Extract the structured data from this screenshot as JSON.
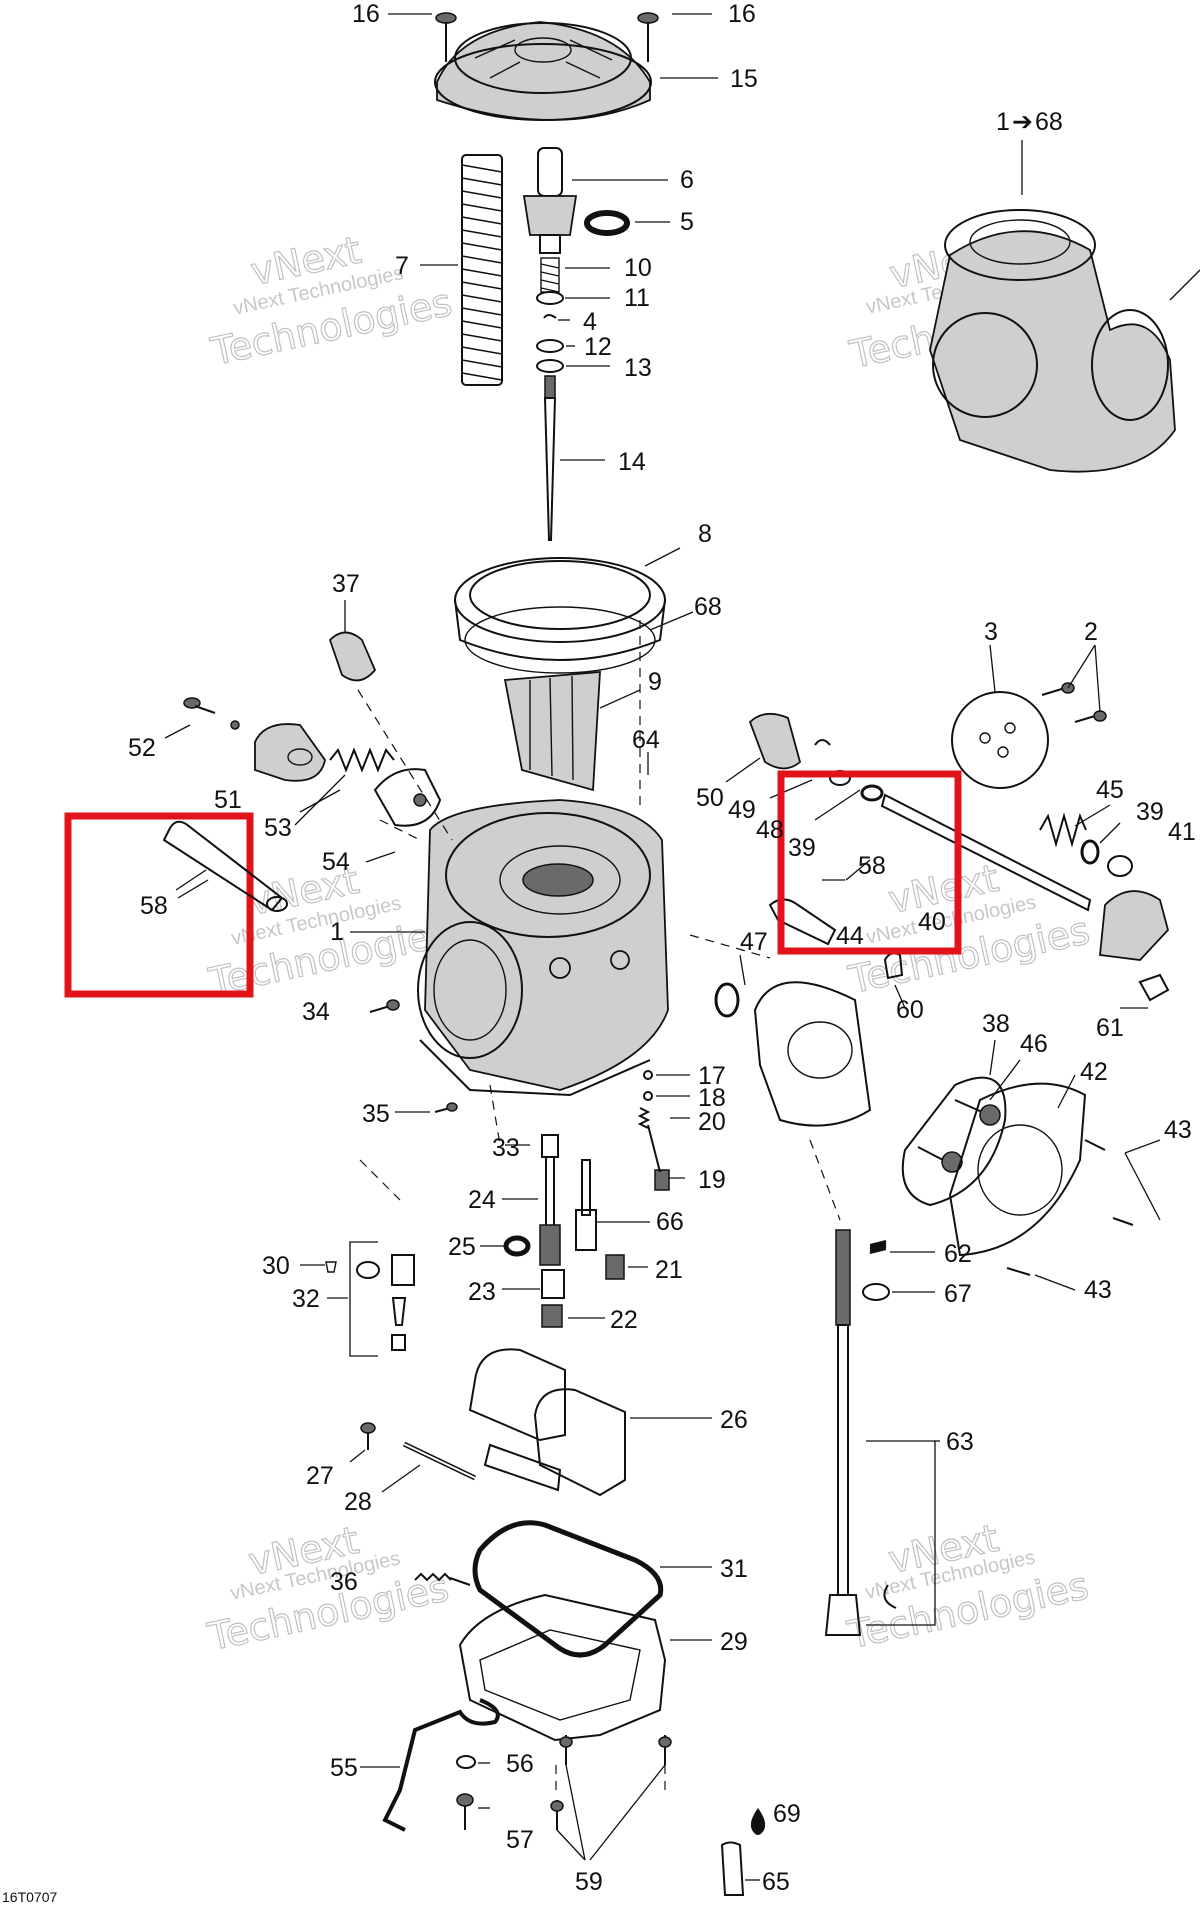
{
  "diagram": {
    "drawing_code": "16T0707",
    "watermark": {
      "line1": "vNext",
      "line2": "Technologies",
      "small": "vNext Technologies"
    },
    "highlight_color": "#e1121a",
    "assembly_range": {
      "from": "1",
      "arrow": "➔",
      "to": "68"
    },
    "drop_symbol": "drop-icon",
    "callouts": [
      {
        "id": "c16a",
        "text": "16"
      },
      {
        "id": "c16b",
        "text": "16"
      },
      {
        "id": "c15",
        "text": "15"
      },
      {
        "id": "c6",
        "text": "6"
      },
      {
        "id": "c5",
        "text": "5"
      },
      {
        "id": "c7",
        "text": "7"
      },
      {
        "id": "c10",
        "text": "10"
      },
      {
        "id": "c11",
        "text": "11"
      },
      {
        "id": "c4",
        "text": "4"
      },
      {
        "id": "c12",
        "text": "12"
      },
      {
        "id": "c13",
        "text": "13"
      },
      {
        "id": "c14",
        "text": "14"
      },
      {
        "id": "c8",
        "text": "8"
      },
      {
        "id": "c68",
        "text": "68"
      },
      {
        "id": "c9",
        "text": "9"
      },
      {
        "id": "c37",
        "text": "37"
      },
      {
        "id": "c3",
        "text": "3"
      },
      {
        "id": "c2",
        "text": "2"
      },
      {
        "id": "c52",
        "text": "52"
      },
      {
        "id": "c64",
        "text": "64"
      },
      {
        "id": "c50",
        "text": "50"
      },
      {
        "id": "c49",
        "text": "49"
      },
      {
        "id": "c48",
        "text": "48"
      },
      {
        "id": "c45",
        "text": "45"
      },
      {
        "id": "c39a",
        "text": "39"
      },
      {
        "id": "c41",
        "text": "41"
      },
      {
        "id": "c51",
        "text": "51"
      },
      {
        "id": "c53",
        "text": "53"
      },
      {
        "id": "c39b",
        "text": "39"
      },
      {
        "id": "c58a",
        "text": "58"
      },
      {
        "id": "c58b",
        "text": "58"
      },
      {
        "id": "c54",
        "text": "54"
      },
      {
        "id": "c1",
        "text": "1"
      },
      {
        "id": "c44",
        "text": "44"
      },
      {
        "id": "c40",
        "text": "40"
      },
      {
        "id": "c47",
        "text": "47"
      },
      {
        "id": "c60",
        "text": "60"
      },
      {
        "id": "c61",
        "text": "61"
      },
      {
        "id": "c34",
        "text": "34"
      },
      {
        "id": "c38",
        "text": "38"
      },
      {
        "id": "c46",
        "text": "46"
      },
      {
        "id": "c42",
        "text": "42"
      },
      {
        "id": "c17",
        "text": "17"
      },
      {
        "id": "c18",
        "text": "18"
      },
      {
        "id": "c35",
        "text": "35"
      },
      {
        "id": "c20",
        "text": "20"
      },
      {
        "id": "c43a",
        "text": "43"
      },
      {
        "id": "c33",
        "text": "33"
      },
      {
        "id": "c19",
        "text": "19"
      },
      {
        "id": "c24",
        "text": "24"
      },
      {
        "id": "c66",
        "text": "66"
      },
      {
        "id": "c25",
        "text": "25"
      },
      {
        "id": "c62",
        "text": "62"
      },
      {
        "id": "c30",
        "text": "30"
      },
      {
        "id": "c21",
        "text": "21"
      },
      {
        "id": "c43b",
        "text": "43"
      },
      {
        "id": "c32",
        "text": "32"
      },
      {
        "id": "c23",
        "text": "23"
      },
      {
        "id": "c67",
        "text": "67"
      },
      {
        "id": "c22",
        "text": "22"
      },
      {
        "id": "c26",
        "text": "26"
      },
      {
        "id": "c63",
        "text": "63"
      },
      {
        "id": "c27",
        "text": "27"
      },
      {
        "id": "c28",
        "text": "28"
      },
      {
        "id": "c31",
        "text": "31"
      },
      {
        "id": "c36",
        "text": "36"
      },
      {
        "id": "c29",
        "text": "29"
      },
      {
        "id": "c55",
        "text": "55"
      },
      {
        "id": "c56",
        "text": "56"
      },
      {
        "id": "c69",
        "text": "69"
      },
      {
        "id": "c57",
        "text": "57"
      },
      {
        "id": "c59",
        "text": "59"
      },
      {
        "id": "c65",
        "text": "65"
      }
    ]
  }
}
